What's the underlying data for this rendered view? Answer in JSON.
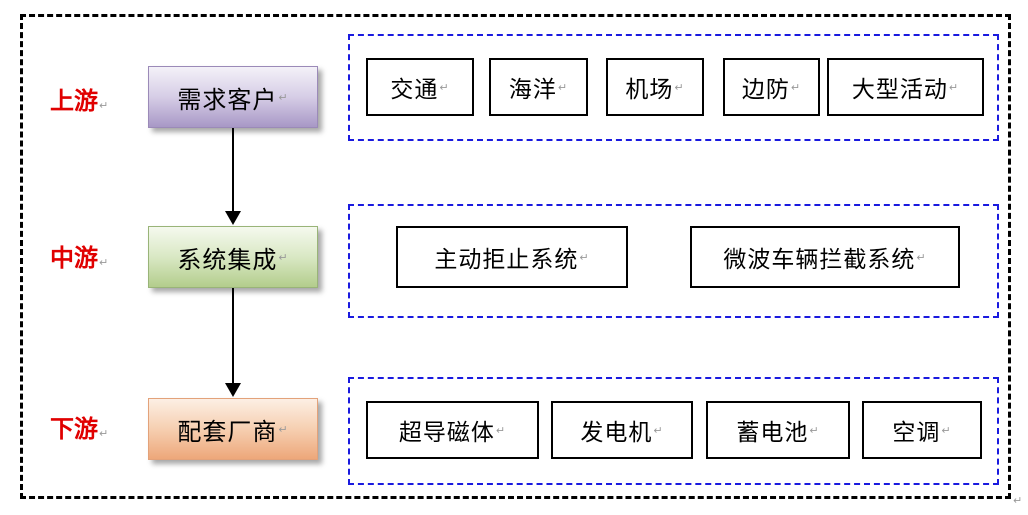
{
  "tiers": [
    {
      "label": "上游",
      "stage": "需求客户",
      "items": [
        "交通",
        "海洋",
        "机场",
        "边防",
        "大型活动"
      ]
    },
    {
      "label": "中游",
      "stage": "系统集成",
      "items": [
        "主动拒止系统",
        "微波车辆拦截系统"
      ]
    },
    {
      "label": "下游",
      "stage": "配套厂商",
      "items": [
        "超导磁体",
        "发电机",
        "蓄电池",
        "空调"
      ]
    }
  ],
  "paragraph_mark": "↵",
  "colors": {
    "tier_label": "#e00000",
    "group_border": "#1a1adf",
    "upstream_fill": "#c9bedc",
    "midstream_fill": "#d0e2b6",
    "downstream_fill": "#f4c29e"
  }
}
